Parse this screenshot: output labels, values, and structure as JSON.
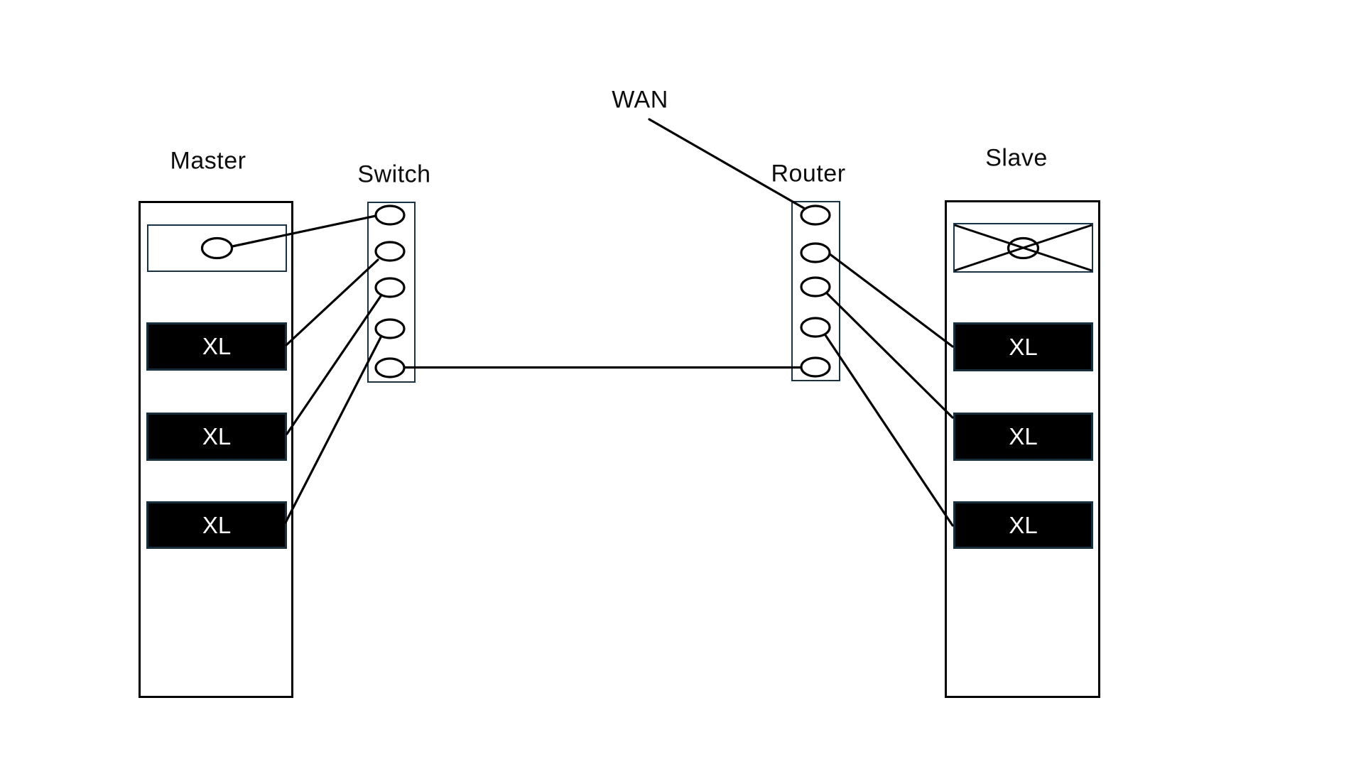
{
  "labels": {
    "master": "Master",
    "switch": "Switch",
    "wan": "WAN",
    "router": "Router",
    "slave": "Slave"
  },
  "master": {
    "bays": [
      "XL",
      "XL",
      "XL"
    ],
    "modules": [
      "drive-module-with-ellipse"
    ]
  },
  "slave": {
    "bays": [
      "XL",
      "XL",
      "XL"
    ],
    "modules": [
      "crossed-out-module-with-ellipse"
    ]
  },
  "switch": {
    "port_count": 5
  },
  "router": {
    "port_count": 5
  },
  "connections": [
    {
      "from": "master-drive-ellipse",
      "to": "switch-port-1"
    },
    {
      "from": "master-bay-1",
      "to": "switch-port-2"
    },
    {
      "from": "master-bay-2",
      "to": "switch-port-3"
    },
    {
      "from": "master-bay-3",
      "to": "switch-port-4"
    },
    {
      "from": "switch-port-5",
      "to": "router-port-5"
    },
    {
      "from": "wan",
      "to": "router-port-1"
    },
    {
      "from": "router-port-2",
      "to": "slave-bay-1"
    },
    {
      "from": "router-port-3",
      "to": "slave-bay-2"
    },
    {
      "from": "router-port-4",
      "to": "slave-bay-3"
    }
  ],
  "colors": {
    "background": "#ffffff",
    "line": "#000000",
    "rack-border": "#000000",
    "accent-border": "#16334a",
    "bay-border": "#14303f",
    "bay-fill": "#000000",
    "bay-text": "#ffffff",
    "label-text": "#0d0d0d"
  }
}
